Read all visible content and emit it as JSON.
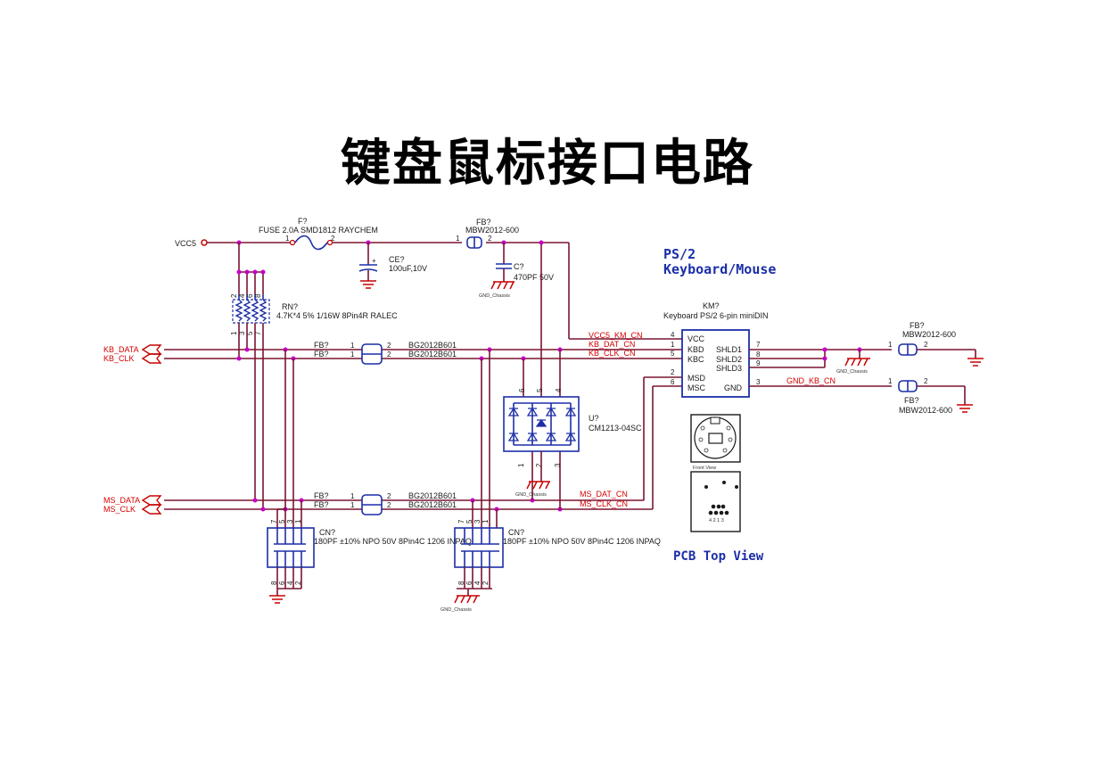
{
  "title": "键盘鼠标接口电路",
  "section_title_line1": "PS/2",
  "section_title_line2": "Keyboard/Mouse",
  "pcb_top_view": "PCB Top View",
  "front_view": "Front View",
  "nets": {
    "vcc5": "VCC5",
    "kb_data": "KB_DATA",
    "kb_clk": "KB_CLK",
    "ms_data": "MS_DATA",
    "ms_clk": "MS_CLK",
    "vcc5_km_cn": "VCC5_KM_CN",
    "kb_dat_cn": "KB_DAT_CN",
    "kb_clk_cn": "KB_CLK_CN",
    "ms_dat_cn": "MS_DAT_CN",
    "ms_clk_cn": "MS_CLK_CN",
    "gnd_kb_cn": "GND_KB_CN",
    "gnd_chassis": "GND_Chassis"
  },
  "fuse": {
    "ref": "F?",
    "value": "FUSE 2.0A SMD1812 RAYCHEM"
  },
  "ce": {
    "ref": "CE?",
    "value": "100uF,10V"
  },
  "c": {
    "ref": "C?",
    "value": "470PF 50V"
  },
  "fb_top": {
    "ref": "FB?",
    "value": "MBW2012-600"
  },
  "rn": {
    "ref": "RN?",
    "value": "4.7K*4 5% 1/16W 8Pin4R RALEC"
  },
  "fb_bg": {
    "ref": "FB?",
    "value": "BG2012B601"
  },
  "u": {
    "ref": "U?",
    "value": "CM1213-04SC"
  },
  "cn1": {
    "ref": "CN?",
    "value": "180PF ±10% NPO 50V 8Pin4C 1206 INPAQ"
  },
  "cn2": {
    "ref": "CN?",
    "value": "180PF ±10% NPO 50V 8Pin4C 1206 INPAQ"
  },
  "km": {
    "ref": "KM?",
    "value": "Keyboard PS/2 6-pin miniDIN",
    "left_pins": [
      "VCC",
      "KBD",
      "KBC",
      "MSD",
      "MSC"
    ],
    "right_pins": [
      "SHLD1",
      "SHLD2",
      "SHLD3",
      "GND"
    ]
  },
  "fb_right_1": {
    "ref": "FB?",
    "value": "MBW2012-600"
  },
  "fb_right_2": {
    "ref": "FB?",
    "value": "MBW2012-600"
  },
  "connector_pins_bottom": "4 2 1 3",
  "colors": {
    "wire": "#7a1530",
    "component": "#1c2fa8",
    "net_label": "#d40000",
    "junction": "#c800c8"
  }
}
